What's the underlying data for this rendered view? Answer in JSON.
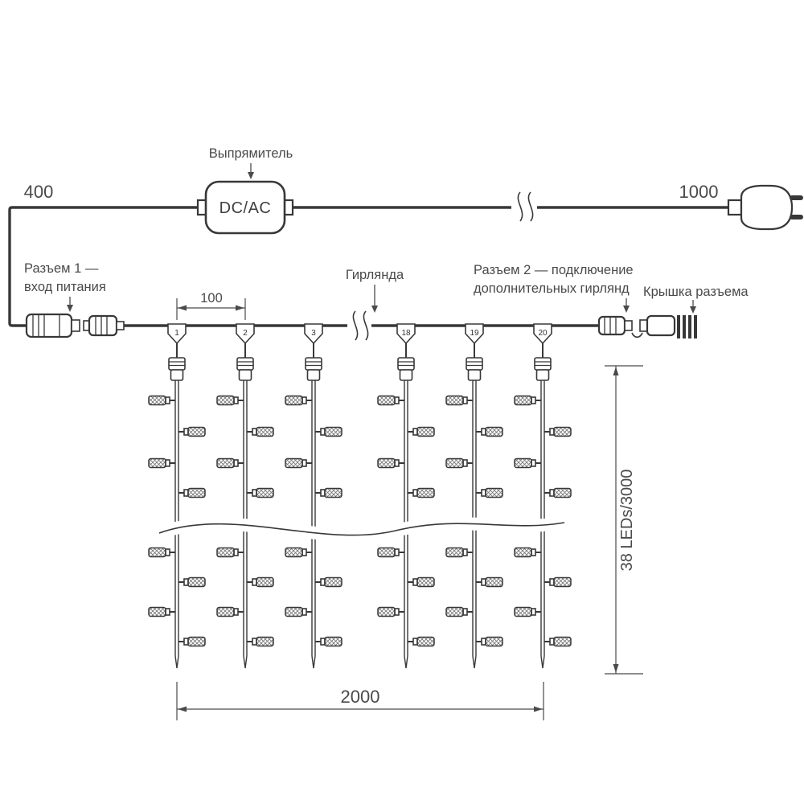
{
  "labels": {
    "rectifier": "Выпрямитель",
    "rectifier_unit": "DC/AC",
    "connector1": {
      "line1": "Разъем 1 —",
      "line2": "вход питания"
    },
    "garland": "Гирлянда",
    "connector2": {
      "line1": "Разъем 2 — подключение",
      "line2": "дополнительных гирлянд"
    },
    "connector_cap": "Крышка разъема"
  },
  "dimensions": {
    "lead_in_cable": "400",
    "plug_cable": "1000",
    "drop_spacing": "100",
    "curtain_width": "2000",
    "curtain_height": "38 LEDs/3000"
  },
  "drops": [
    {
      "number": "1"
    },
    {
      "number": "2"
    },
    {
      "number": "3"
    },
    {
      "number": "18"
    },
    {
      "number": "19"
    },
    {
      "number": "20"
    }
  ],
  "colors": {
    "line": "#383838",
    "text": "#4a4a4a",
    "background": "#ffffff"
  }
}
